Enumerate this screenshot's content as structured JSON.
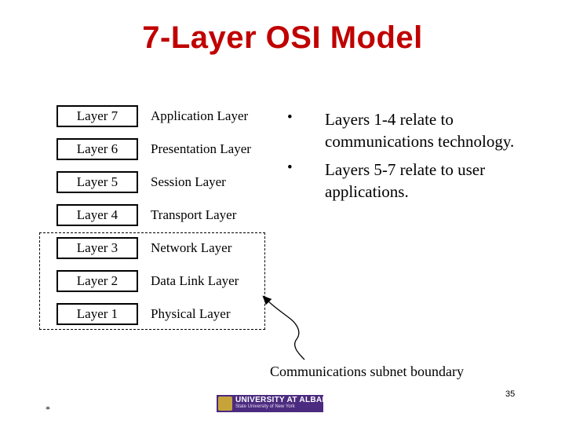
{
  "title": "7-Layer OSI Model",
  "layers": [
    {
      "box": "Layer 7",
      "name": "Application Layer"
    },
    {
      "box": "Layer 6",
      "name": "Presentation Layer"
    },
    {
      "box": "Layer 5",
      "name": "Session Layer"
    },
    {
      "box": "Layer 4",
      "name": "Transport Layer"
    },
    {
      "box": "Layer 3",
      "name": "Network Layer"
    },
    {
      "box": "Layer 2",
      "name": "Data Link Layer"
    },
    {
      "box": "Layer 1",
      "name": "Physical Layer"
    }
  ],
  "bullets": [
    {
      "symbol": "•",
      "text": "Layers 1-4 relate to communications technology."
    },
    {
      "symbol": "•",
      "text": "Layers 5-7 relate to user applications."
    }
  ],
  "subnet_caption": "Communications subnet boundary",
  "page_number": "35",
  "footer_mark": "*",
  "logo": {
    "name": "UNIVERSITY AT ALBANY",
    "subtitle": "State University of New York"
  },
  "colors": {
    "title": "#c00000",
    "logo_bg": "#4b2b7f",
    "logo_seal": "#c7a43a"
  }
}
